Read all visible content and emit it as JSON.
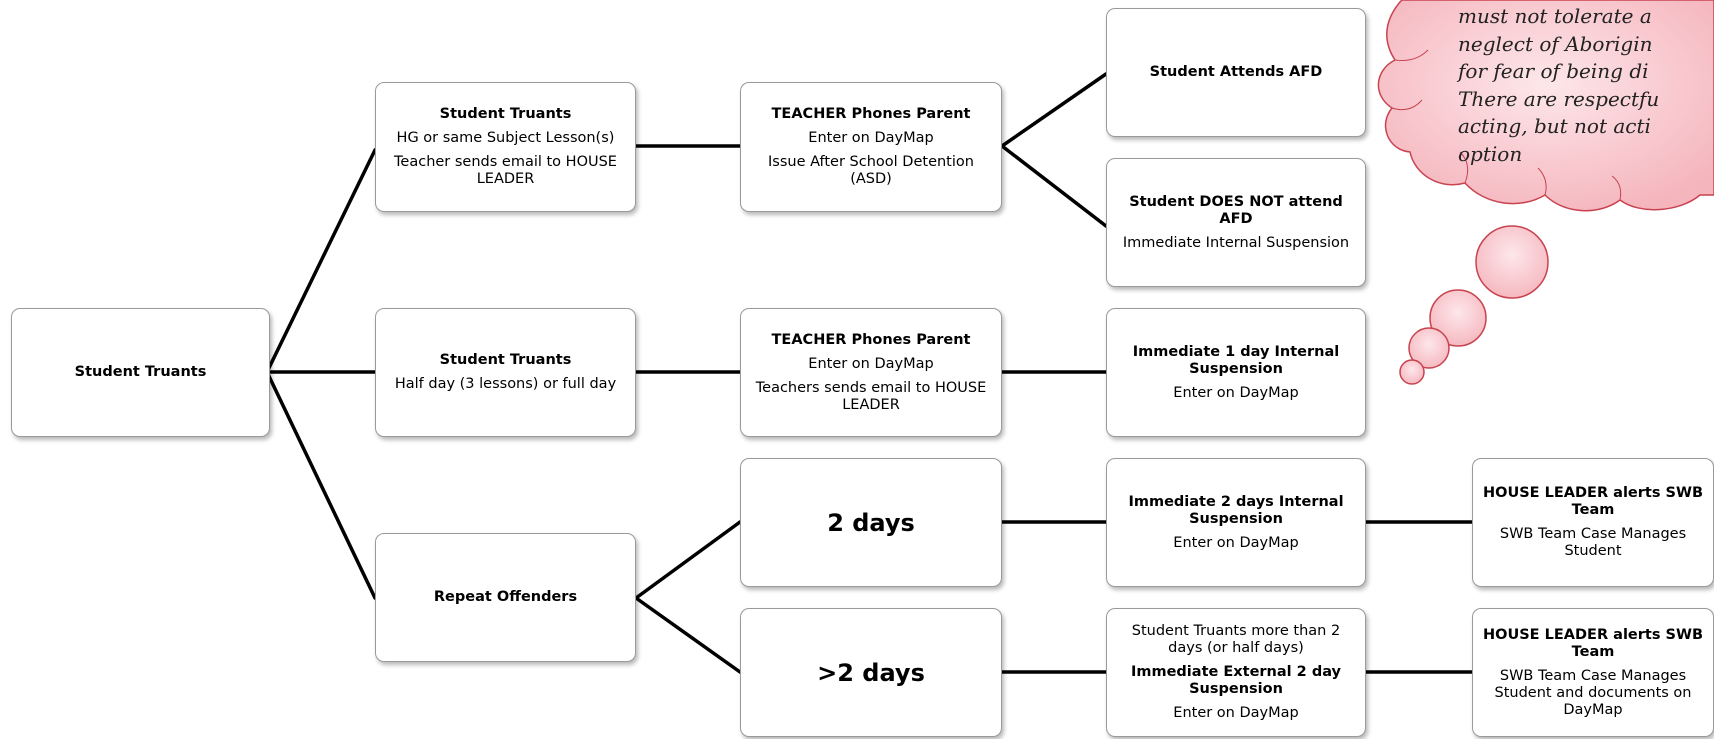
{
  "root": {
    "label": "Student Truants"
  },
  "branch1": {
    "level1": {
      "title": "Student Truants",
      "line1": "HG or same Subject Lesson(s)",
      "line2": "Teacher sends email to HOUSE LEADER"
    },
    "level2": {
      "title": "TEACHER Phones Parent",
      "line1": "Enter on DayMap",
      "line2": "Issue After School Detention (ASD)"
    },
    "outcome_a": {
      "title": "Student Attends AFD"
    },
    "outcome_b": {
      "title": "Student DOES NOT attend AFD",
      "line1": "Immediate Internal Suspension"
    }
  },
  "branch2": {
    "level1": {
      "title": "Student Truants",
      "line1": "Half day (3 lessons) or full day"
    },
    "level2": {
      "title": "TEACHER Phones Parent",
      "line1": "Enter on DayMap",
      "line2": "Teachers sends email to HOUSE LEADER"
    },
    "level3": {
      "title": "Immediate 1 day Internal Suspension",
      "line1": "Enter on DayMap"
    }
  },
  "branch3": {
    "level1": {
      "title": "Repeat Offenders"
    },
    "two_days": {
      "label": "2 days",
      "action": {
        "title": "Immediate 2 days Internal Suspension",
        "line1": "Enter on DayMap"
      },
      "followup": {
        "title": "HOUSE LEADER alerts SWB Team",
        "line1": "SWB Team Case Manages Student"
      }
    },
    "more_days": {
      "label": ">2 days",
      "action": {
        "pre": "Student Truants more than 2 days (or half days)",
        "title": "Immediate External 2 day Suspension",
        "line1": "Enter on DayMap"
      },
      "followup": {
        "title": "HOUSE LEADER alerts SWB Team",
        "line1": "SWB Team Case Manages Student and documents on DayMap"
      }
    }
  },
  "cloud": {
    "line1": "must not tolerate a",
    "line2": "neglect of Aborigin",
    "line3": "for fear of being di",
    "line4": "There are respectfu",
    "line5": "acting, but not acti",
    "line6": "option"
  },
  "colors": {
    "cloud_fill": "#f7c5cb",
    "cloud_stroke": "#c8434f",
    "box_border": "#9a9a9a",
    "connector": "#000000"
  }
}
